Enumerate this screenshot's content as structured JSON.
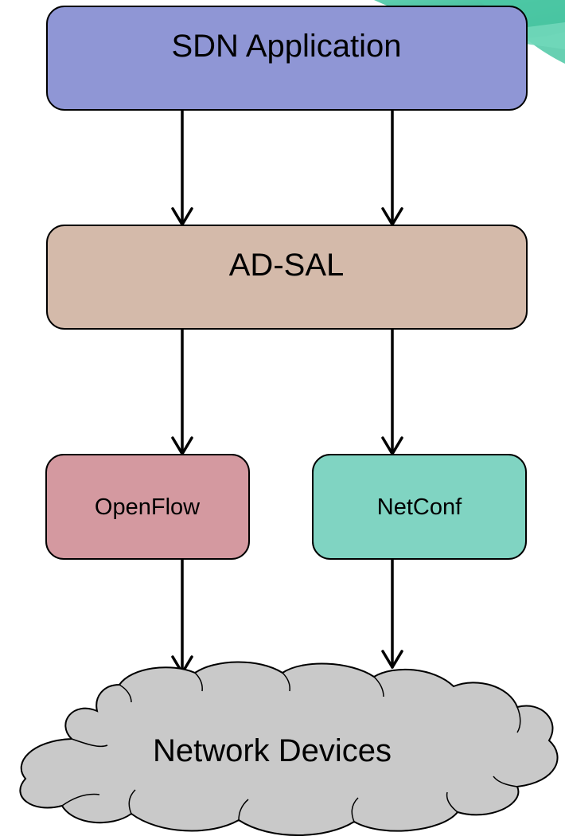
{
  "nodes": {
    "sdn_application": {
      "label": "SDN Application",
      "fill": "#8f96d5"
    },
    "ad_sal": {
      "label": "AD-SAL",
      "fill": "#d4baaa"
    },
    "openflow": {
      "label": "OpenFlow",
      "fill": "#d499a0"
    },
    "netconf": {
      "label": "NetConf",
      "fill": "#80d4c2"
    },
    "network_devices": {
      "label": "Network Devices",
      "fill": "#c9c9c9"
    }
  },
  "decoration": {
    "corner_shape_color": "#3dbf9a"
  },
  "edges": [
    {
      "from": "SDN Application",
      "to": "AD-SAL"
    },
    {
      "from": "SDN Application",
      "to": "AD-SAL"
    },
    {
      "from": "AD-SAL",
      "to": "OpenFlow"
    },
    {
      "from": "AD-SAL",
      "to": "NetConf"
    },
    {
      "from": "OpenFlow",
      "to": "Network Devices"
    },
    {
      "from": "NetConf",
      "to": "Network Devices"
    }
  ]
}
